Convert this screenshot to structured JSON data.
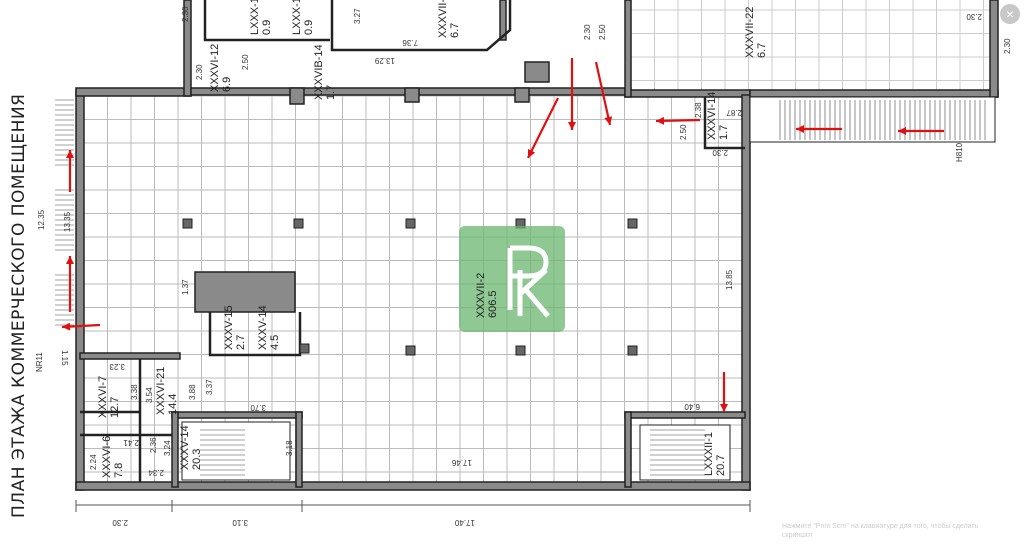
{
  "title": "ПЛАН ЭТАЖА КОММЕРЧЕСКОГО ПОМЕЩЕНИЯ",
  "rooms": [
    {
      "id": "XXXVI-12",
      "area": "6.9"
    },
    {
      "id": "LXXX-1",
      "area": "0.9"
    },
    {
      "id": "LXXX-1",
      "area": "0.9"
    },
    {
      "id": "XXXVII-",
      "area": "6.7"
    },
    {
      "id": "XXXVIB-14",
      "area": "1.7"
    },
    {
      "id": "XXXVII-22",
      "area": "6.7"
    },
    {
      "id": "XXXVI-14",
      "area": "1.7"
    },
    {
      "id": "XXXVII-2",
      "area": "606.5"
    },
    {
      "id": "XXXV-15",
      "area": "2.7"
    },
    {
      "id": "XXXV-14",
      "area": "4.5"
    },
    {
      "id": "XXXVI-7",
      "area": "12.7"
    },
    {
      "id": "XXXVI-21",
      "area": "14.4"
    },
    {
      "id": "XXXVI-6",
      "area": "7.8"
    },
    {
      "id": "XXXV-14",
      "area": "20.3"
    },
    {
      "id": "LXXXII-1",
      "area": "20.7"
    }
  ],
  "dims": [
    "2.30",
    "2.50",
    "7.36",
    "13.29",
    "3.27",
    "2.50",
    "2.30",
    "2.30",
    "2.38",
    "2.50",
    "2.87",
    "2.30",
    "H810",
    "13.85",
    "12.35",
    "13.35",
    "1.15",
    "NR11",
    "1.37",
    "3.23",
    "3.38",
    "3.54",
    "3.88",
    "3.37",
    "3.70",
    "2.41",
    "2.24",
    "2.36",
    "3.24",
    "2.34",
    "3.18",
    "17.46",
    "6.40",
    "2.30",
    "3.10",
    "17.40",
    "2.30",
    "2.30"
  ],
  "watermark": "РК",
  "hint": "Нажмите \"Print Scrn\" на клавиатуре для того, чтобы сделать скриншот",
  "close_label": "×",
  "colors": {
    "arrow": "#e01010",
    "watermark": "#6ab56f"
  }
}
